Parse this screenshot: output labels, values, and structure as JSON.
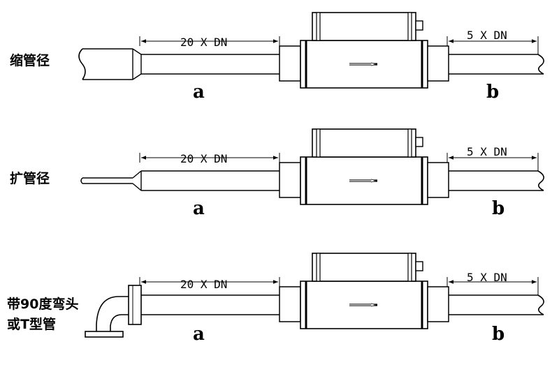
{
  "diagram": {
    "rows": [
      {
        "id": "reducer",
        "label_lines": [
          "缩管径"
        ],
        "upstream_dim": "20 X DN",
        "downstream_dim": "5 X DN",
        "segment_a": "a",
        "segment_b": "b"
      },
      {
        "id": "expander",
        "label_lines": [
          "扩管径"
        ],
        "upstream_dim": "20 X DN",
        "downstream_dim": "5 X DN",
        "segment_a": "a",
        "segment_b": "b"
      },
      {
        "id": "elbow",
        "label_lines": [
          "带90度弯头",
          "或T型管"
        ],
        "upstream_dim": "20 X DN",
        "downstream_dim": "5 X DN",
        "segment_a": "a",
        "segment_b": "b"
      }
    ],
    "colors": {
      "stroke": "#000000",
      "background": "#ffffff"
    }
  }
}
